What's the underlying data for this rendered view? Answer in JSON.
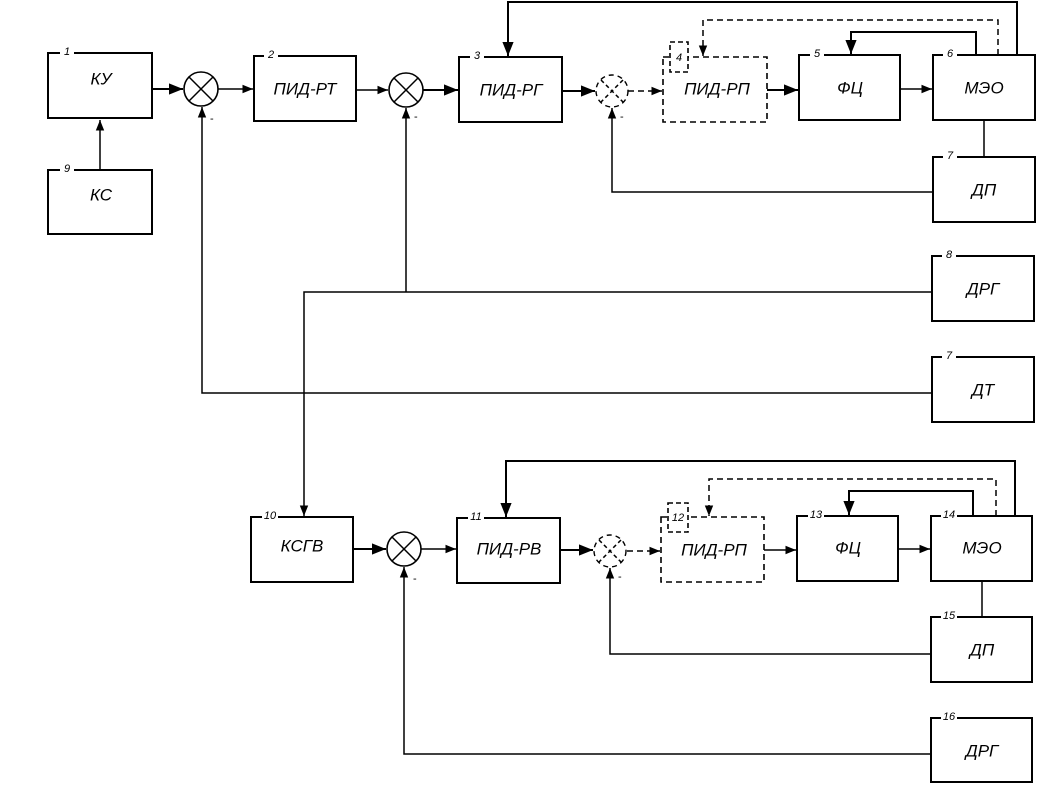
{
  "diagram": {
    "type": "control-system-block-diagram",
    "blocks": [
      {
        "id": "b1",
        "number": "1",
        "label": "КУ",
        "style": "solid"
      },
      {
        "id": "b9",
        "number": "9",
        "label": "КС",
        "style": "solid"
      },
      {
        "id": "b2",
        "number": "2",
        "label": "ПИД-РТ",
        "style": "solid"
      },
      {
        "id": "b3",
        "number": "3",
        "label": "ПИД-РГ",
        "style": "solid"
      },
      {
        "id": "b4",
        "number": "4",
        "label": "ПИД-РП",
        "style": "dashed"
      },
      {
        "id": "b5",
        "number": "5",
        "label": "ФЦ",
        "style": "solid"
      },
      {
        "id": "b6",
        "number": "6",
        "label": "МЭО",
        "style": "solid"
      },
      {
        "id": "b7a",
        "number": "7",
        "label": "ДП",
        "style": "solid"
      },
      {
        "id": "b8",
        "number": "8",
        "label": "ДРГ",
        "style": "solid"
      },
      {
        "id": "b7b",
        "number": "7",
        "label": "ДТ",
        "style": "solid"
      },
      {
        "id": "b10",
        "number": "10",
        "label": "КСГВ",
        "style": "solid"
      },
      {
        "id": "b11",
        "number": "11",
        "label": "ПИД-РВ",
        "style": "solid"
      },
      {
        "id": "b12",
        "number": "12",
        "label": "ПИД-РП",
        "style": "dashed"
      },
      {
        "id": "b13",
        "number": "13",
        "label": "ФЦ",
        "style": "solid"
      },
      {
        "id": "b14",
        "number": "14",
        "label": "МЭО",
        "style": "solid"
      },
      {
        "id": "b15",
        "number": "15",
        "label": "ДП",
        "style": "solid"
      },
      {
        "id": "b16",
        "number": "16",
        "label": "ДРГ",
        "style": "solid"
      }
    ],
    "summers": [
      {
        "id": "s1",
        "style": "solid",
        "sign": "-"
      },
      {
        "id": "s2",
        "style": "solid",
        "sign": "-"
      },
      {
        "id": "s3",
        "style": "dashed",
        "sign": "-"
      },
      {
        "id": "s4",
        "style": "solid",
        "sign": "-"
      },
      {
        "id": "s5",
        "style": "dashed",
        "sign": "-"
      }
    ],
    "connections": [
      {
        "from": "b9",
        "to": "b1"
      },
      {
        "from": "b1",
        "to": "s1"
      },
      {
        "from": "s1",
        "to": "b2"
      },
      {
        "from": "b2",
        "to": "s2"
      },
      {
        "from": "s2",
        "to": "b3"
      },
      {
        "from": "b3",
        "to": "s3"
      },
      {
        "from": "s3",
        "to": "b4",
        "style": "dashed"
      },
      {
        "from": "b4",
        "to": "b5"
      },
      {
        "from": "b5",
        "to": "b6"
      },
      {
        "from": "b6",
        "to": "b5",
        "type": "feedback"
      },
      {
        "from": "b6",
        "to": "b4",
        "type": "feedback",
        "style": "dashed"
      },
      {
        "from": "b6",
        "to": "b3",
        "type": "feedback"
      },
      {
        "from": "b6",
        "to": "b7a"
      },
      {
        "from": "b7a",
        "to": "s3",
        "type": "feedback"
      },
      {
        "from": "b8",
        "to": "s2",
        "type": "feedback"
      },
      {
        "from": "b8",
        "to": "b10"
      },
      {
        "from": "b7b",
        "to": "s1",
        "type": "feedback"
      },
      {
        "from": "b10",
        "to": "s4"
      },
      {
        "from": "s4",
        "to": "b11"
      },
      {
        "from": "b11",
        "to": "s5"
      },
      {
        "from": "s5",
        "to": "b12",
        "style": "dashed"
      },
      {
        "from": "b12",
        "to": "b13"
      },
      {
        "from": "b13",
        "to": "b14"
      },
      {
        "from": "b14",
        "to": "b13",
        "type": "feedback"
      },
      {
        "from": "b14",
        "to": "b12",
        "type": "feedback",
        "style": "dashed"
      },
      {
        "from": "b14",
        "to": "b11",
        "type": "feedback"
      },
      {
        "from": "b14",
        "to": "b15"
      },
      {
        "from": "b15",
        "to": "s5",
        "type": "feedback"
      },
      {
        "from": "b16",
        "to": "s4",
        "type": "feedback"
      }
    ]
  }
}
